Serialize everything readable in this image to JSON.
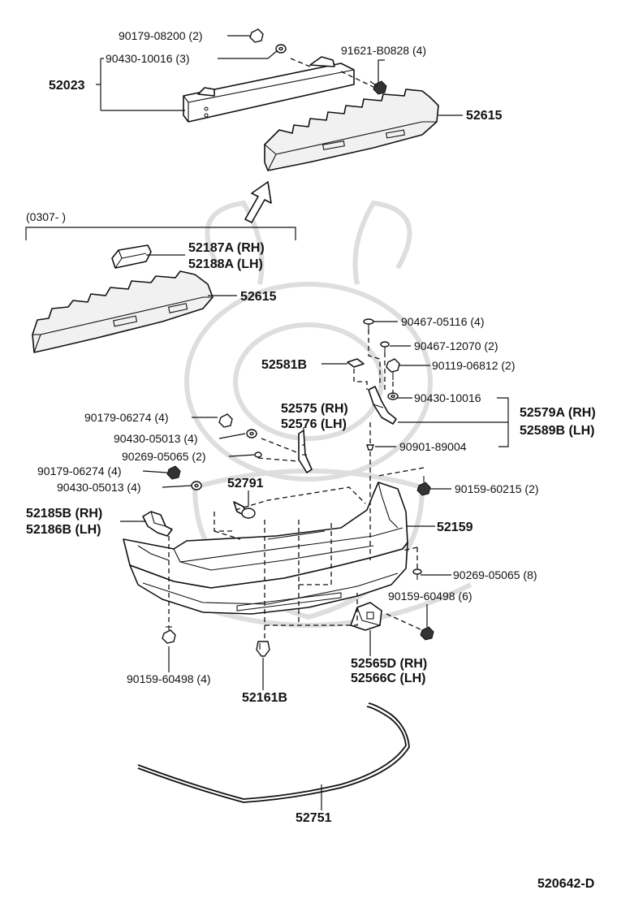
{
  "diagram_id": "520642-D",
  "variant_bracket_label": "(0307-        )",
  "labels": {
    "a": "90179-08200 (2)",
    "b": "90430-10016 (3)",
    "c": "91621-B0828 (4)",
    "d": "52023",
    "e": "52615",
    "f": "52187A (RH)",
    "g": "52188A (LH)",
    "h": "52615",
    "i": "90467-05116 (4)",
    "j": "90467-12070 (2)",
    "k": "52581B",
    "l": "90119-06812 (2)",
    "m": "90430-10016",
    "n": "52579A (RH)",
    "o": "52589B (LH)",
    "p": "52575 (RH)",
    "q": "52576 (LH)",
    "r": "90179-06274 (4)",
    "s": "90430-05013 (4)",
    "t": "90269-05065 (2)",
    "u": "90901-89004",
    "v": "90179-06274 (4)",
    "w": "90430-05013 (4)",
    "x": "52791",
    "y": "90159-60215 (2)",
    "z": "52185B (RH)",
    "aa": "52186B (LH)",
    "ab": "52159",
    "ac": "90269-05065 (8)",
    "ad": "90159-60498 (6)",
    "ae": "52565D (RH)",
    "af": "52566C (LH)",
    "ag": "90159-60498 (4)",
    "ah": "52161B",
    "ai": "52751"
  }
}
